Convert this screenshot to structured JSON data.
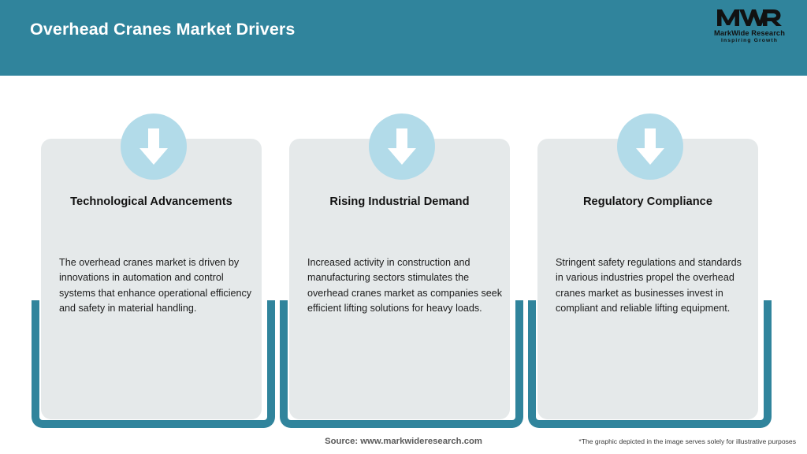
{
  "header": {
    "title": "Overhead Cranes Market Drivers",
    "bg_color": "#30849c",
    "title_color": "#ffffff"
  },
  "logo": {
    "mark": "MWR",
    "name": "MarkWide Research",
    "tagline": "Inspiring Growth",
    "icon": "mwr-logo-icon"
  },
  "theme": {
    "teal": "#30849c",
    "panel_bg": "#e5e9ea",
    "badge_blue": "#b2dbe9",
    "arrow_white": "#ffffff"
  },
  "cards": [
    {
      "icon": "down-arrow-icon",
      "title": "Technological Advancements",
      "body": "The overhead cranes market is driven by innovations in automation and control systems that enhance operational efficiency and safety in material handling."
    },
    {
      "icon": "down-arrow-icon",
      "title": "Rising Industrial Demand",
      "body": "Increased activity in construction and manufacturing sectors stimulates the overhead cranes market as companies seek efficient lifting solutions for heavy loads."
    },
    {
      "icon": "down-arrow-icon",
      "title": "Regulatory Compliance",
      "body": "Stringent safety regulations and standards in various industries propel the overhead cranes market as businesses invest in compliant and reliable lifting equipment."
    }
  ],
  "footer": {
    "source": "Source: www.markwideresearch.com",
    "disclaimer": "*The graphic depicted in the image serves solely for illustrative purposes"
  }
}
